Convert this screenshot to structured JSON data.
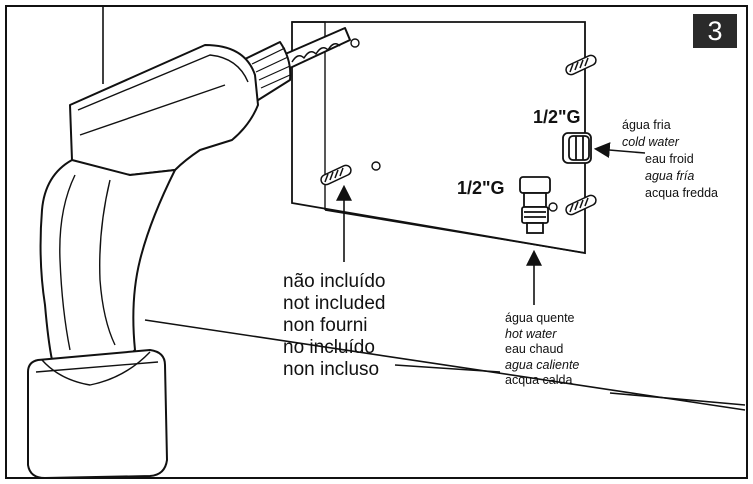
{
  "step_number": "3",
  "thread_labels": {
    "cold": "1/2\"G",
    "hot": "1/2\"G"
  },
  "cold_water": {
    "pt": "água fria",
    "en": "cold water",
    "fr": "eau froid",
    "es": "agua fría",
    "it": "acqua fredda"
  },
  "hot_water": {
    "pt": "água quente",
    "en": "hot water",
    "fr": "eau chaud",
    "es": "agua caliente",
    "it": "acqua calda"
  },
  "not_included": {
    "pt": "não incluído",
    "en": "not included",
    "fr": "non fourni",
    "es": "no incluído",
    "it": "non incluso"
  },
  "colors": {
    "line": "#111111",
    "badge": "#2a2a2a",
    "badge_text": "#ffffff"
  }
}
